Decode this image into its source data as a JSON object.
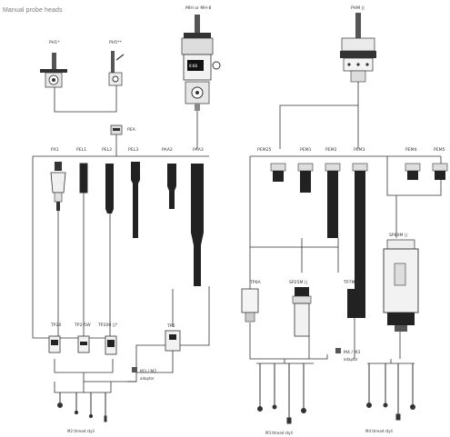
{
  "title": "Manual probe heads",
  "heads": {
    "ph1": "PH1*",
    "ph5": "PH5**",
    "mih": "MIH or MH-8",
    "phm": "PHM ||"
  },
  "extensions": {
    "pea": "PEA",
    "px1": "PX1",
    "pel1": "PEL1",
    "pel2": "PEL2",
    "pel3": "PEL3",
    "paa2": "PAA2",
    "paa3": "PAA3",
    "pem25": "PEM25",
    "pem1": "PEM1",
    "pem2": "PEM2",
    "pem3": "PEM3",
    "pem4": "PEM4",
    "pem5": "PEM5"
  },
  "probes": {
    "tp20": "TP20",
    "tp2_5w": "TP2-5W",
    "tp200": "TP200 ||*",
    "tp6": "TP6",
    "tp6a": "TP6A",
    "sp25m": "SP25M ||",
    "tp7m": "TP7M ||",
    "sp80m": "SP80M ||"
  },
  "adaptors": {
    "m3_m2": "M3 / M2",
    "m3_m2_sub": "adaptor",
    "m4_m3": "M4 / M3",
    "m4_m3_sub": "adaptor"
  },
  "styli": {
    "m2": "M2 thread styli",
    "m3": "M3 thread styli",
    "m4": "M4 thread styli"
  }
}
